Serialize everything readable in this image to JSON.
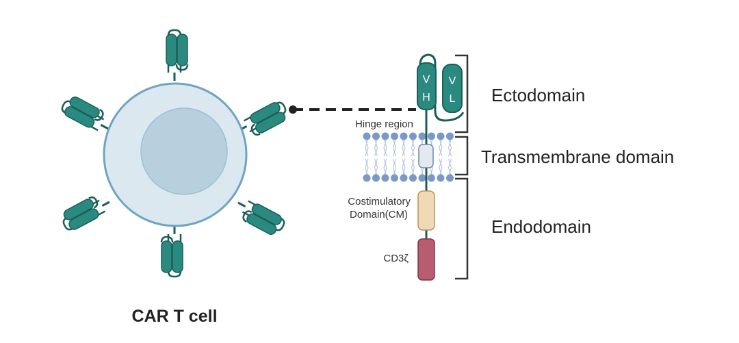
{
  "caption": "CAR T cell",
  "domains": {
    "ectodomain": "Ectodomain",
    "transmembrane": "Transmembrane domain",
    "endodomain": "Endodomain"
  },
  "labels": {
    "hinge": "Hinge region",
    "costim_line1": "Costimulatory",
    "costim_line2": "Domain(CM)",
    "cd3z": "CD3ζ",
    "vh_v": "V",
    "vh_h": "H",
    "vl_v": "V",
    "vl_l": "L"
  },
  "colors": {
    "receptor": "#2a8a80",
    "receptor_stroke": "#1b5e57",
    "cell_fill": "#dce8ef",
    "cell_stroke": "#6fa3c4",
    "nucleus_fill": "#b7d0de",
    "lipid_head": "#7a98c8",
    "costim_fill": "#f0d9b5",
    "cd3z_fill": "#b85c72",
    "bracket": "#333333"
  }
}
